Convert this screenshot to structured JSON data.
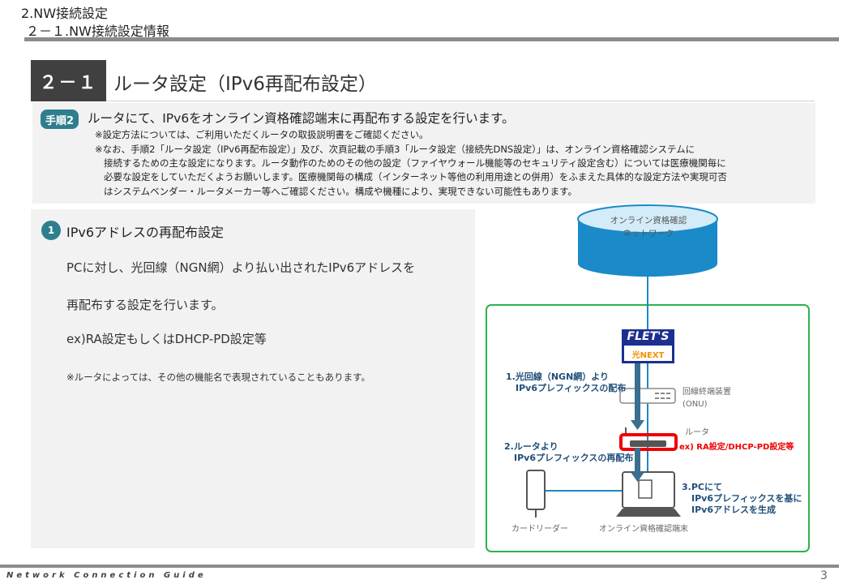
{
  "header": {
    "section": "2.NW接続設定",
    "subsection": "２－１.NW接続設定情報"
  },
  "title": {
    "number": "２－１",
    "text": "ルータ設定（IPv6再配布設定）"
  },
  "step": {
    "badge": "手順2",
    "title": "ルータにて、IPv6をオンライン資格確認端末に再配布する設定を行います。",
    "notes": [
      "※設定方法については、ご利用いただくルータの取扱説明書をご確認ください。",
      "※なお、手順2「ルータ設定（IPv6再配布設定）」及び、次頁記載の手順3「ルータ設定（接続先DNS設定）」は、オンライン資格確認システムに",
      "接続するための主な設定になります。ルータ動作のためのその他の設定（ファイヤウォール機能等のセキュリティ設定含む）については医療機関毎に",
      "必要な設定をしていただくようお願いします。医療機関毎の構成（インターネット等他の利用用途との併用）をふまえた具体的な設定方法や実現可否",
      "はシステムベンダー・ルータメーカー等へご確認ください。構成や機種により、実現できない可能性もあります。"
    ]
  },
  "panel": {
    "number": "1",
    "title": "IPv6アドレスの再配布設定",
    "lines": [
      "PCに対し、光回線（NGN網）より払い出されたIPv6アドレスを",
      "再配布する設定を行います。",
      "ex)RA設定もしくはDHCP-PD設定等"
    ],
    "note": "※ルータによっては、その他の機能名で表現されていることもあります。"
  },
  "diagram": {
    "network": [
      "オンライン資格確認",
      "ネットワーク"
    ],
    "flets": "FLET'S",
    "flets_sub": "光NEXT",
    "onu": [
      "回線終端装置",
      "(ONU)"
    ],
    "router": "ルータ",
    "router_note": "ex) RA設定/DHCP-PD設定等",
    "step1": [
      "1.光回線（NGN網）より",
      "IPv6プレフィックスの配布"
    ],
    "step2": [
      "2.ルータより",
      "IPv6プレフィックスの再配布"
    ],
    "step3": [
      "3.PCにて",
      "IPv6プレフィックスを基に",
      "IPv6アドレスを生成"
    ],
    "card_reader": "カードリーダー",
    "terminal": "オンライン資格確認端末"
  },
  "footer": {
    "guide": "Network Connection Guide",
    "page": "3"
  }
}
